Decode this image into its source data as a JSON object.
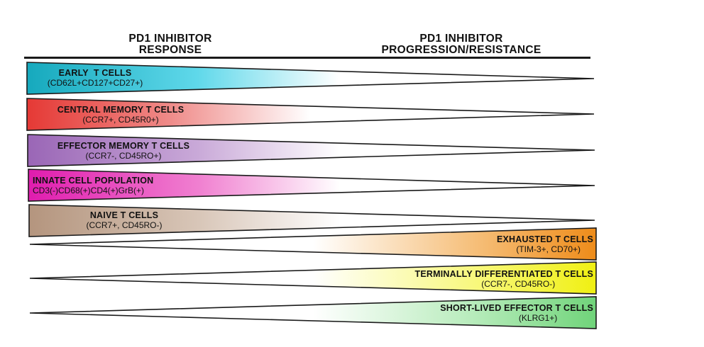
{
  "header": {
    "left_title_line1": "PD1 INHIBITOR",
    "left_title_line2": "RESPONSE",
    "right_title_line1": "PD1 INHIBITOR",
    "right_title_line2": "PROGRESSION/RESISTANCE"
  },
  "response_wedges": [
    {
      "title": "EARLY  T CELLS",
      "markers": "(CD62L+CD127+CD27+)",
      "color": "#1ab0c4"
    },
    {
      "title": "CENTRAL MEMORY T CELLS",
      "markers": "(CCR7+, CD45R0+)",
      "color": "#e53935"
    },
    {
      "title": "EFFECTOR MEMORY T CELLS",
      "markers": "(CCR7-, CD45RO+)",
      "color": "#9c6ab8"
    },
    {
      "title": "INNATE CELL POPULATION",
      "markers": "CD3(-)CD68(+)CD4(+)GrB(+)",
      "color": "#e020b0"
    },
    {
      "title": "NAIVE T CELLS",
      "markers": "(CCR7+, CD45RO-)",
      "color": "#b89a84"
    }
  ],
  "resistance_wedges": [
    {
      "title": "EXHAUSTED T CELLS",
      "markers": "(TIM-3+, CD70+)",
      "color": "#f0901e"
    },
    {
      "title": "TERMINALLY DIFFERENTIATED T CELLS",
      "markers": "(CCR7-, CD45RO-)",
      "color": "#f2f21a"
    },
    {
      "title": "SHORT-LIVED EFFECTOR T CELLS",
      "markers": "(KLRG1+)",
      "color": "#78d880"
    }
  ]
}
